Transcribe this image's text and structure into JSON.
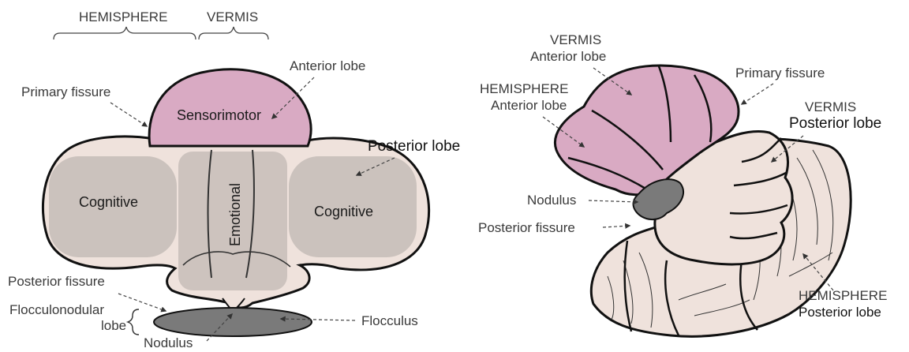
{
  "left_diagram": {
    "header": {
      "hemisphere": "HEMISPHERE",
      "vermis": "VERMIS"
    },
    "labels": {
      "anterior_lobe": "Anterior lobe",
      "primary_fissure": "Primary fissure",
      "posterior_lobe": "Posterior lobe",
      "posterior_fissure": "Posterior fissure",
      "flocculonodular_line1": "Flocculonodular",
      "flocculonodular_line2": "lobe",
      "flocculus": "Flocculus",
      "nodulus": "Nodulus"
    },
    "regions": {
      "sensorimotor": "Sensorimotor",
      "cognitive_left": "Cognitive",
      "cognitive_right": "Cognitive",
      "emotional": "Emotional"
    }
  },
  "right_diagram": {
    "labels": {
      "vermis_anterior_1": "VERMIS",
      "vermis_anterior_2": "Anterior lobe",
      "hemisphere_anterior_1": "HEMISPHERE",
      "hemisphere_anterior_2": "Anterior lobe",
      "primary_fissure": "Primary fissure",
      "vermis_posterior_1": "VERMIS",
      "vermis_posterior_2": "Posterior lobe",
      "nodulus": "Nodulus",
      "posterior_fissure": "Posterior fissure",
      "hemisphere_posterior_1": "HEMISPHERE",
      "hemisphere_posterior_2": "Posterior lobe"
    }
  },
  "colors": {
    "anterior_pink": "#d9aac3",
    "posterior_beige": "#efe2dc",
    "functional_gray": "#c4bcb7",
    "nodulus_gray": "#7a7a7a",
    "outline": "#111111"
  }
}
